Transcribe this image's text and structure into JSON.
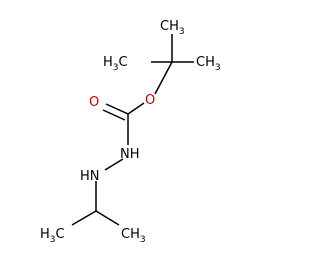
{
  "molecule": {
    "atoms": {
      "ch3_top": {
        "base": "CH",
        "sub": "3"
      },
      "ch3_left": {
        "pre": "H",
        "sub": "3",
        "base": "C"
      },
      "ch3_right": {
        "base": "CH",
        "sub": "3"
      },
      "o_ester": "O",
      "o_carbonyl": "O",
      "nh_upper": "NH",
      "nh_lower": "HN",
      "ch3_bottom_left": {
        "pre": "H",
        "sub": "3",
        "base": "C"
      },
      "ch3_bottom_right": {
        "base": "CH",
        "sub": "3"
      }
    }
  },
  "colors": {
    "bond": "#000000",
    "carbon_label": "#000000",
    "oxygen_label": "#cc0000",
    "background": "#ffffff"
  }
}
